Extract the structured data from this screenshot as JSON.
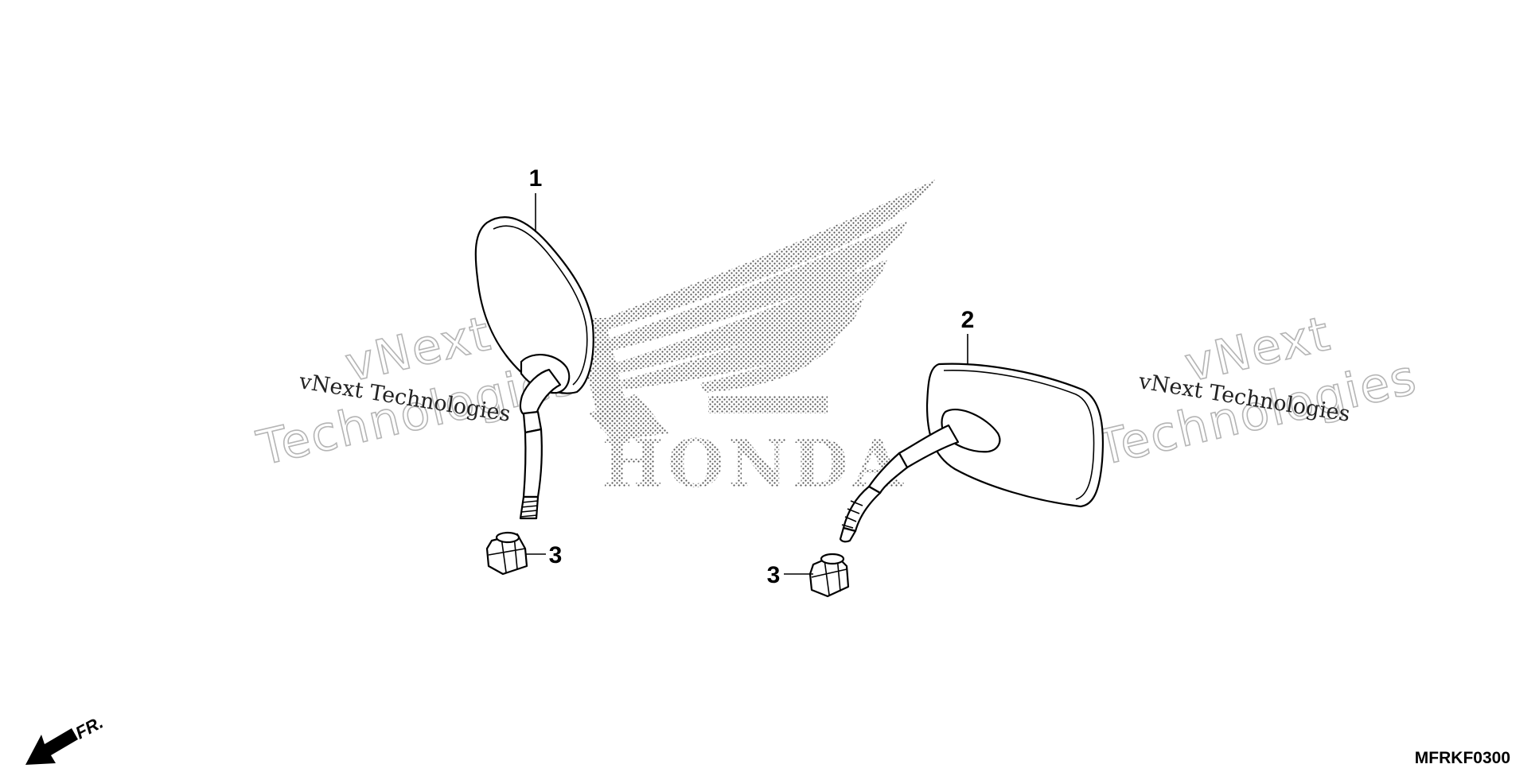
{
  "diagram": {
    "drawing_code": "MFRKF0300",
    "direction_label": "FR.",
    "brand_watermark": "HONDA",
    "watermarks": {
      "small_text": "vNext Technologies",
      "big_line1": "vNext",
      "big_line2": "Technologies"
    },
    "callouts": [
      {
        "number": "1",
        "part": "left-mirror"
      },
      {
        "number": "2",
        "part": "right-mirror"
      },
      {
        "number": "3",
        "part": "left-nut"
      },
      {
        "number": "3",
        "part": "right-nut"
      }
    ],
    "colors": {
      "line": "#000000",
      "watermark_stipple": "#555555",
      "watermark_outline": "#b5b5b5"
    }
  }
}
